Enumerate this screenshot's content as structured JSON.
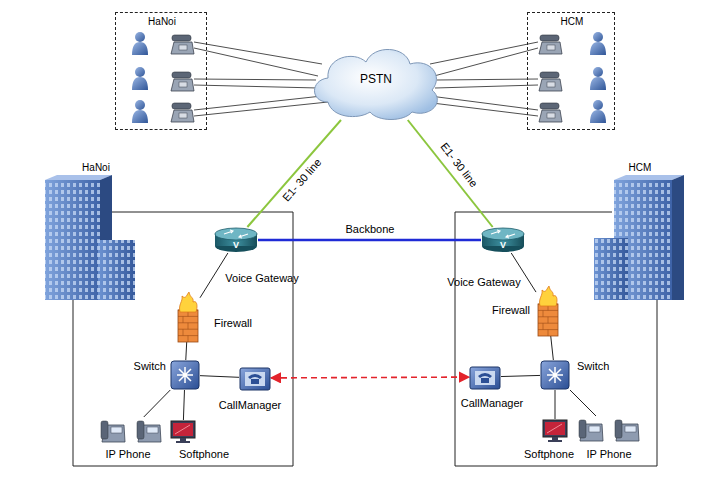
{
  "diagram": {
    "nodes": [
      {
        "text": [
          "HaNoi"
        ]
      },
      {
        "text": [
          "PSTN"
        ]
      },
      {
        "text": [
          "HCM"
        ]
      },
      {
        "text": [
          "HaNoi"
        ]
      },
      {
        "text": [
          "Voice Gateway"
        ],
        "in": 3
      },
      {
        "text": [
          "Firewall"
        ],
        "in": 3
      },
      {
        "text": [
          "Switch"
        ],
        "in": 3
      },
      {
        "text": [
          "CallManager"
        ],
        "in": 3
      },
      {
        "text": [
          "IP Phone"
        ],
        "in": 3
      },
      {
        "text": [
          "Softphone"
        ],
        "in": 3
      },
      {
        "text": [
          "HCM"
        ]
      },
      {
        "text": [
          "Voice Gateway"
        ],
        "in": 10
      },
      {
        "text": [
          "Firewall"
        ],
        "in": 10
      },
      {
        "text": [
          "Switch"
        ],
        "in": 10
      },
      {
        "text": [
          "CallManager"
        ],
        "in": 10
      },
      {
        "text": [
          "Softphone"
        ],
        "in": 10
      },
      {
        "text": [
          "IP Phone"
        ],
        "in": 10
      }
    ],
    "edges": [
      {
        "from": 1,
        "to": 4,
        "arrow": "none",
        "label": "E1- 30 line"
      },
      {
        "from": 1,
        "to": 11,
        "arrow": "none",
        "label": "E1- 30 line"
      },
      {
        "from": 4,
        "to": 11,
        "arrow": "none",
        "label": "Backbone"
      },
      {
        "from": 4,
        "to": 5,
        "arrow": "none"
      },
      {
        "from": 5,
        "to": 6,
        "arrow": "none"
      },
      {
        "from": 6,
        "to": 7,
        "arrow": "none"
      },
      {
        "from": 6,
        "to": 8,
        "arrow": "none"
      },
      {
        "from": 6,
        "to": 9,
        "arrow": "none"
      },
      {
        "from": 11,
        "to": 12,
        "arrow": "none"
      },
      {
        "from": 12,
        "to": 13,
        "arrow": "none"
      },
      {
        "from": 13,
        "to": 14,
        "arrow": "none"
      },
      {
        "from": 13,
        "to": 15,
        "arrow": "none"
      },
      {
        "from": 13,
        "to": 16,
        "arrow": "none"
      },
      {
        "from": 7,
        "to": 14,
        "arrow": "both"
      }
    ],
    "labels": [
      "V",
      "V"
    ]
  }
}
